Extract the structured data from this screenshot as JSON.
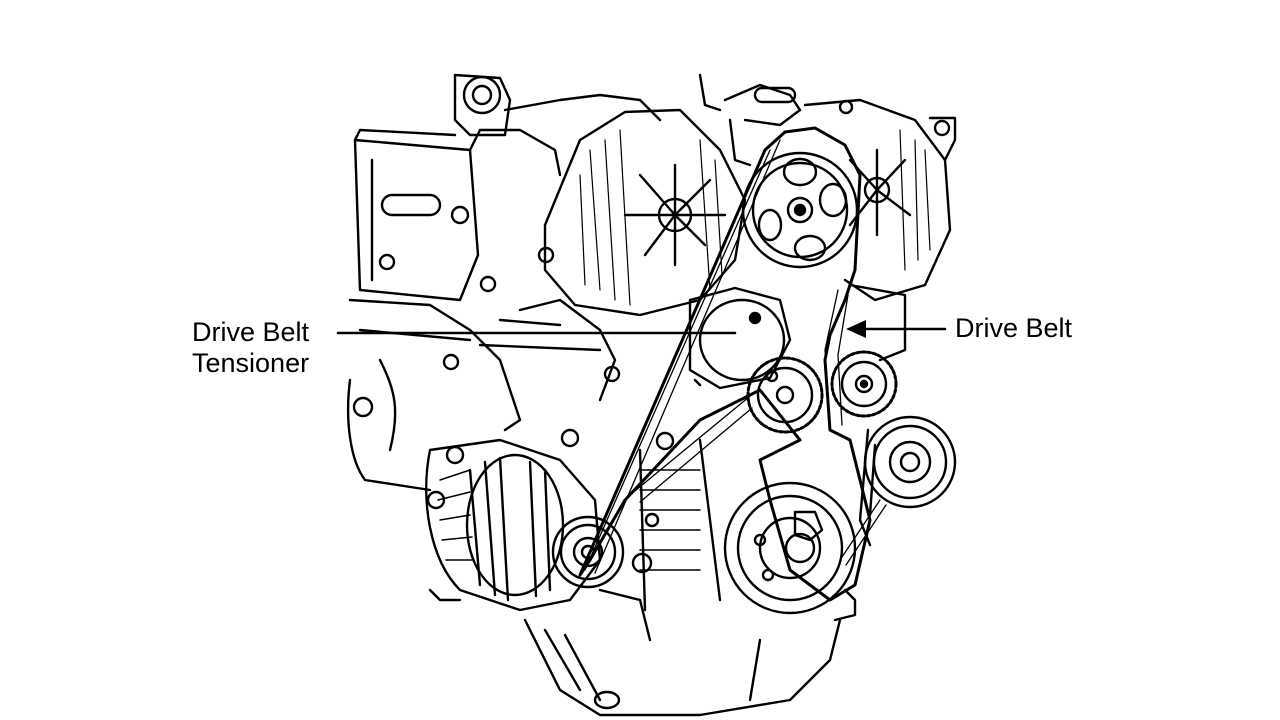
{
  "callouts": {
    "tensioner": {
      "line1": "Drive Belt",
      "line2": "Tensioner"
    },
    "drive_belt": {
      "label": "Drive Belt"
    }
  }
}
